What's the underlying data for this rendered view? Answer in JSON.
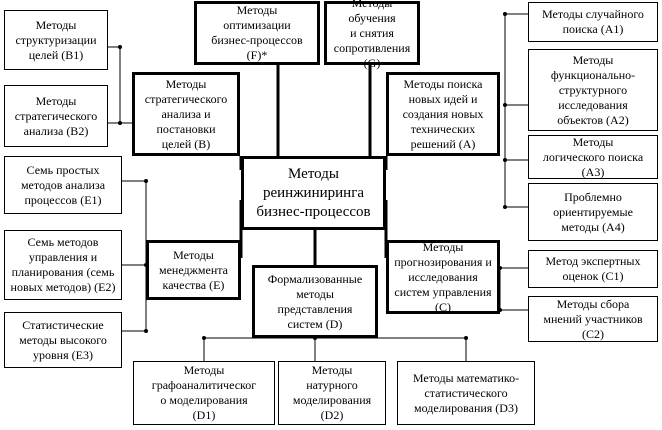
{
  "diagram": {
    "center": "Методы\nреинжиниринга\nбизнес-процессов",
    "F": "Методы\nоптимизации\nбизнес-процессов\n(F)*",
    "G": "Методы обучения\nи снятия\nсопротивления\n(G)",
    "B": "Методы\nстратегического\nанализа и\nпостановки\nцелей (B)",
    "A": "Методы поиска\nновых идей и\nсоздания новых\nтехнических\nрешений (A)",
    "E": "Методы\nменеджмента\nкачества (E)",
    "D": "Формализованные\nметоды\nпредставления\nсистем (D)",
    "C": "Методы\nпрогнозирования и\nисследования\nсистем управления\n(C)",
    "B1": "Методы\nструктуризации\nцелей (B1)",
    "B2": "Методы\nстратегического\nанализа (B2)",
    "E1": "Семь простых\nметодов анализа\nпроцессов (E1)",
    "E2": "Семь методов\nуправления и\nпланирования (семь\nновых методов) (E2)",
    "E3": "Статистические\nметоды высокого\nуровня (E3)",
    "A1": "Методы случайного\nпоиска (A1)",
    "A2": "Методы\nфункционально-\nструктурного\nисследования\nобъектов (A2)",
    "A3": "Методы\nлогического поиска\n(A3)",
    "A4": "Проблемно\nориентируемые\nметоды (A4)",
    "C1": "Метод экспертных\nоценок (C1)",
    "C2": "Методы сбора\nмнений участников\n(C2)",
    "D1": "Методы\nграфоаналитическог\nо моделирования\n(D1)",
    "D2": "Методы\nнатурного\nмоделирования\n(D2)",
    "D3": "Методы математико-\nстатистического\nмоделирования (D3)"
  }
}
